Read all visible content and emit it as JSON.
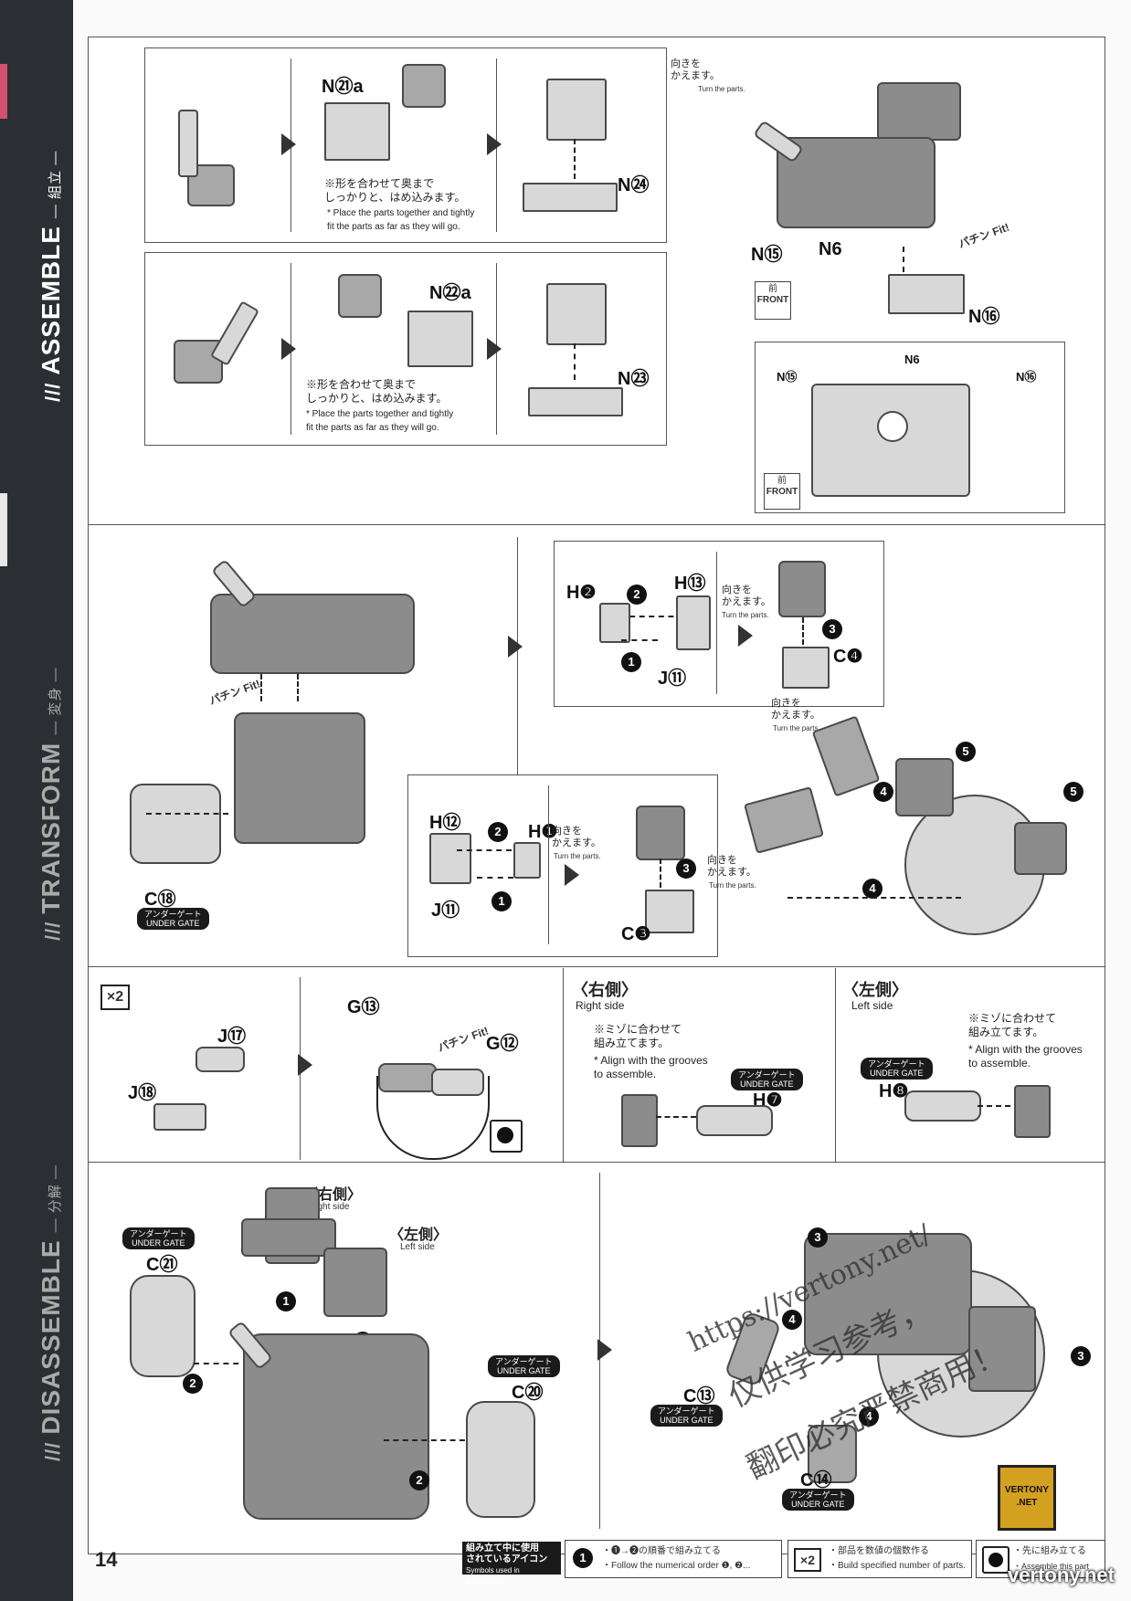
{
  "sidebar": {
    "assemble": {
      "en": "ASSEMBLE",
      "jp": "— 組立 —"
    },
    "transform": {
      "en": "TRANSFORM",
      "jp": "— 変身 —"
    },
    "disassemble": {
      "en": "DISASSEMBLE",
      "jp": "— 分解 —"
    }
  },
  "page_number": "14",
  "section1": {
    "row1": {
      "part_a": "N㉑a",
      "note_jp": "※形を合わせて奥まで\nしっかりと、はめ込みます。",
      "note_en": "* Place the parts together and tightly\nfit the parts as far as they will go.",
      "part_b": "N㉔"
    },
    "row2": {
      "part_a": "N㉒a",
      "note_jp": "※形を合わせて奥まで\nしっかりと、はめ込みます。",
      "note_en": "* Place the parts together and tightly\nfit the parts as far as they will go.",
      "part_b": "N㉓"
    },
    "turn_jp": "向きを\nかえます。",
    "turn_en": "Turn the parts.",
    "parts": {
      "n15": "N⑮",
      "n6": "N6",
      "n16": "N⑯"
    },
    "fit_jp": "パチン",
    "fit_en": "Fit!",
    "front_jp": "前",
    "front_en": "FRONT",
    "detail_labels": {
      "n15": "N⑮",
      "n6": "N6",
      "n16": "N⑯"
    }
  },
  "section2": {
    "fit_jp": "パチン",
    "fit_en": "Fit!",
    "c18": "C⑱",
    "under_gate_jp": "アンダーゲート",
    "under_gate_en": "UNDER GATE",
    "upper_panel": {
      "h2": "H❷",
      "h13": "H⑬",
      "j11": "J⑪",
      "c4": "C❹"
    },
    "lower_panel": {
      "h12": "H⑫",
      "h1": "H❶",
      "j11": "J⑪",
      "c3": "C❸"
    },
    "turn_jp": "向きを\nかえます。",
    "turn_en": "Turn the parts."
  },
  "section3": {
    "multiplier": "×2",
    "j17": "J⑰",
    "j18": "J⑱",
    "g13": "G⑬",
    "g12": "G⑫",
    "fit_jp": "パチン",
    "fit_en": "Fit!",
    "right": {
      "jp": "〈右側〉",
      "en": "Right side",
      "note_jp": "※ミゾに合わせて\n組み立てます。",
      "note_en": "* Align with the grooves\nto assemble.",
      "part": "H❼"
    },
    "left": {
      "jp": "〈左側〉",
      "en": "Left side",
      "note_jp": "※ミゾに合わせて\n組み立てます。",
      "note_en": "* Align with the grooves\nto assemble.",
      "part": "H❽"
    },
    "under_gate_jp": "アンダーゲート",
    "under_gate_en": "UNDER GATE"
  },
  "section4": {
    "c21": "C㉑",
    "c20": "C⑳",
    "c13": "C⑬",
    "c14": "C⑭",
    "right_jp": "〈右側〉",
    "right_en": "Right side",
    "left_jp": "〈左側〉",
    "left_en": "Left side",
    "under_gate_jp": "アンダーゲート",
    "under_gate_en": "UNDER GATE"
  },
  "legend": {
    "title_jp": "組み立て中に使用\nされているアイコン",
    "title_en": "Symbols used in instructions",
    "order_jp": "・❶→❷の順番で組み立てる",
    "order_en": "・Follow the numerical order ❶, ❷...",
    "count_icon": "×2",
    "count_jp": "・部品を数値の個数作る",
    "count_en": "・Build specified number of parts.",
    "first_jp": "・先に組み立てる",
    "first_en": "・Assemble this part first."
  },
  "watermark": {
    "url": "https://vertony.net/",
    "cn1": "仅供学习参考，",
    "cn2": "严禁商用！",
    "cn3": "翻印必究",
    "badge": "VERTONY\n.NET",
    "site": "vertony.net"
  }
}
